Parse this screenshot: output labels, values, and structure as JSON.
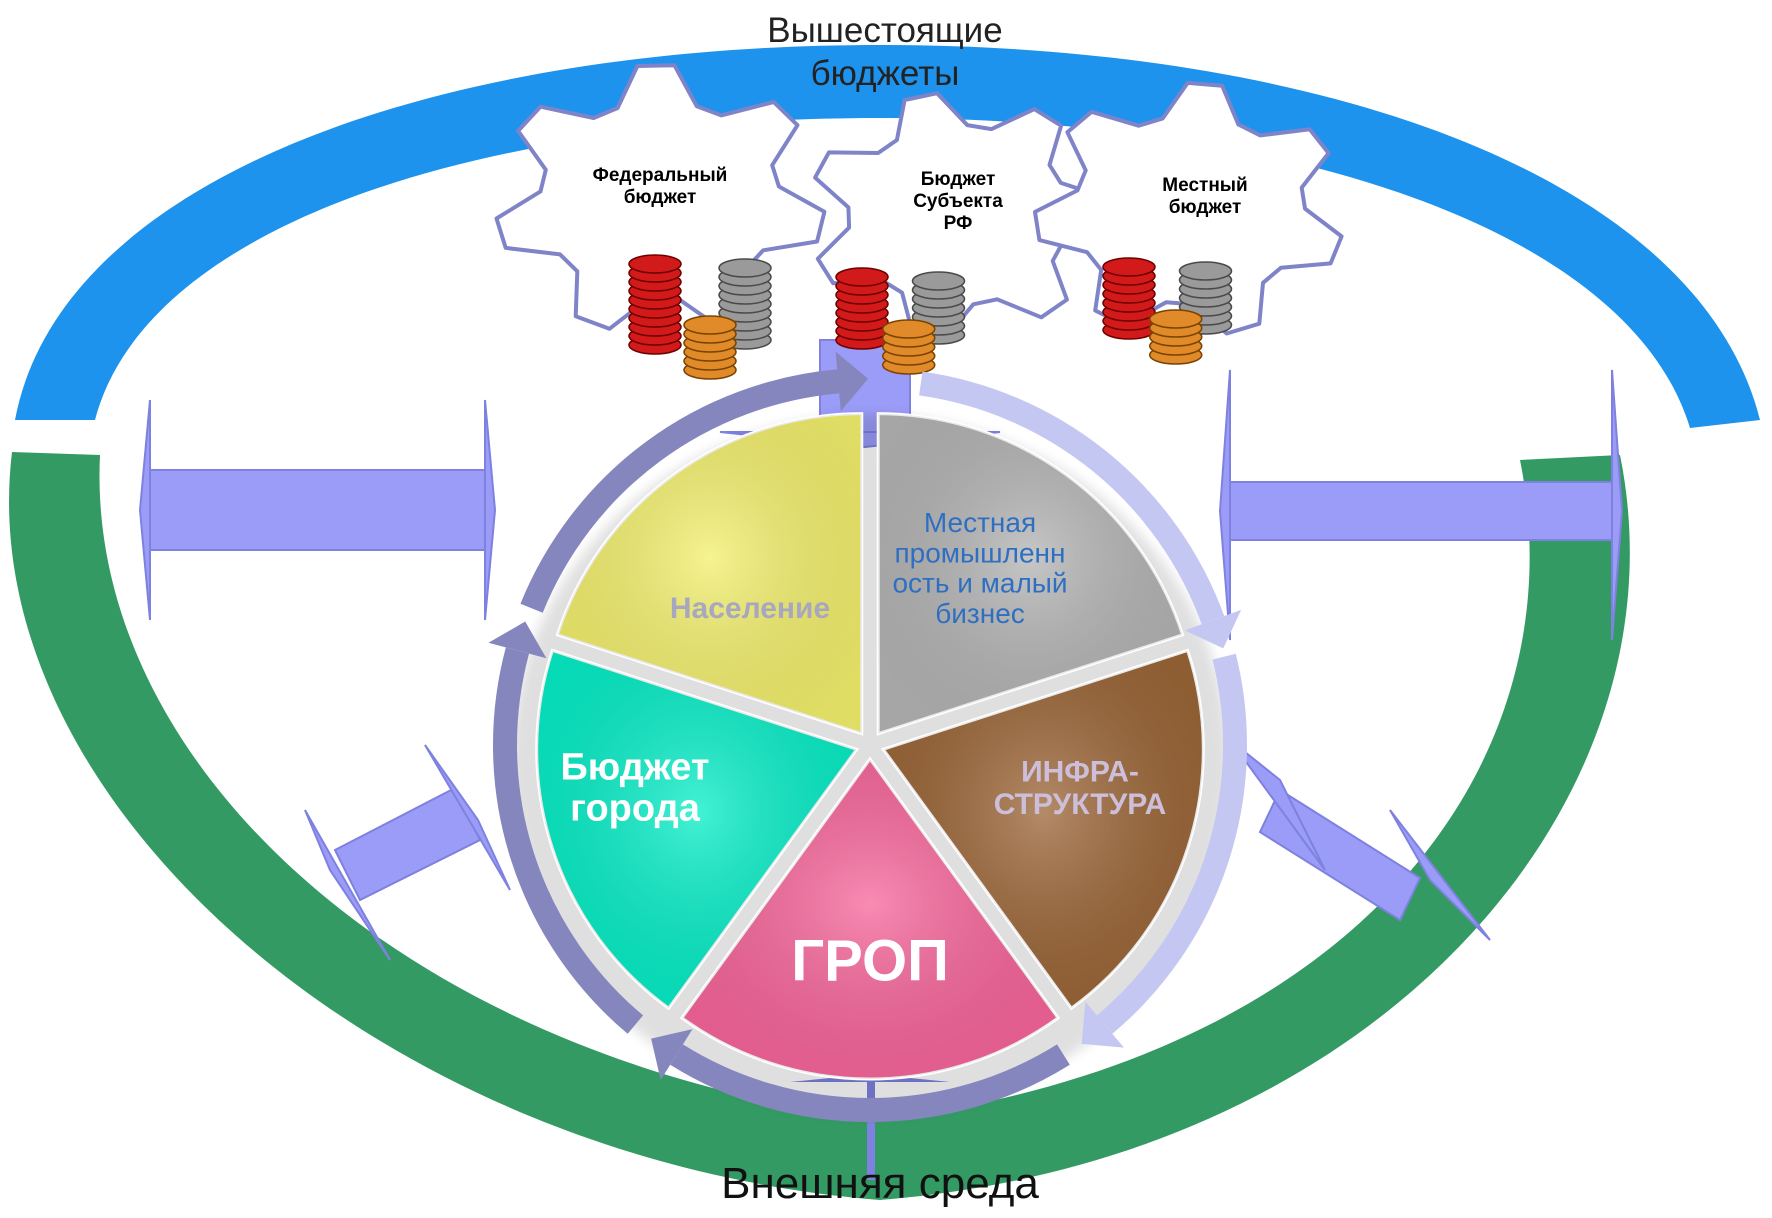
{
  "outer": {
    "top_label_line1": "Вышестоящие",
    "top_label_line2": "бюджеты",
    "bottom_label": "Внешняя среда",
    "top_arc_color": "#1d93ee",
    "bottom_arc_color": "#349a63",
    "arrow_color": "#9a9cf8"
  },
  "gears": [
    {
      "lines": [
        "Федеральный",
        "бюджет"
      ],
      "icon": "coin-stacks-icon"
    },
    {
      "lines": [
        "Бюджет",
        "Субъекта",
        "РФ"
      ],
      "icon": "coin-stacks-icon"
    },
    {
      "lines": [
        "Местный",
        "бюджет"
      ],
      "icon": "coin-stacks-icon"
    }
  ],
  "pie": {
    "segments": [
      {
        "key": "population",
        "lines": [
          "Население"
        ],
        "color": "#f3f06d",
        "text_color": "#a7a7bf"
      },
      {
        "key": "industry",
        "lines": [
          "Местная",
          "промышленн",
          "ость и малый",
          "бизнес"
        ],
        "color": "#b4b4b4",
        "text_color": "#2f6fc2"
      },
      {
        "key": "infrastructure",
        "lines": [
          "ИНФРА-",
          "СТРУКТУРА"
        ],
        "color": "#9b6536",
        "text_color": "#cdbfd9"
      },
      {
        "key": "grop",
        "lines": [
          "ГРОП"
        ],
        "color": "#f7659a",
        "text_color": "#ffffff"
      },
      {
        "key": "city-budget",
        "lines": [
          "Бюджет",
          "города"
        ],
        "color": "#05eec7",
        "text_color": "#ffffff"
      }
    ],
    "ring_color_dark": "#8586be",
    "ring_color_light": "#c5c7f3"
  }
}
